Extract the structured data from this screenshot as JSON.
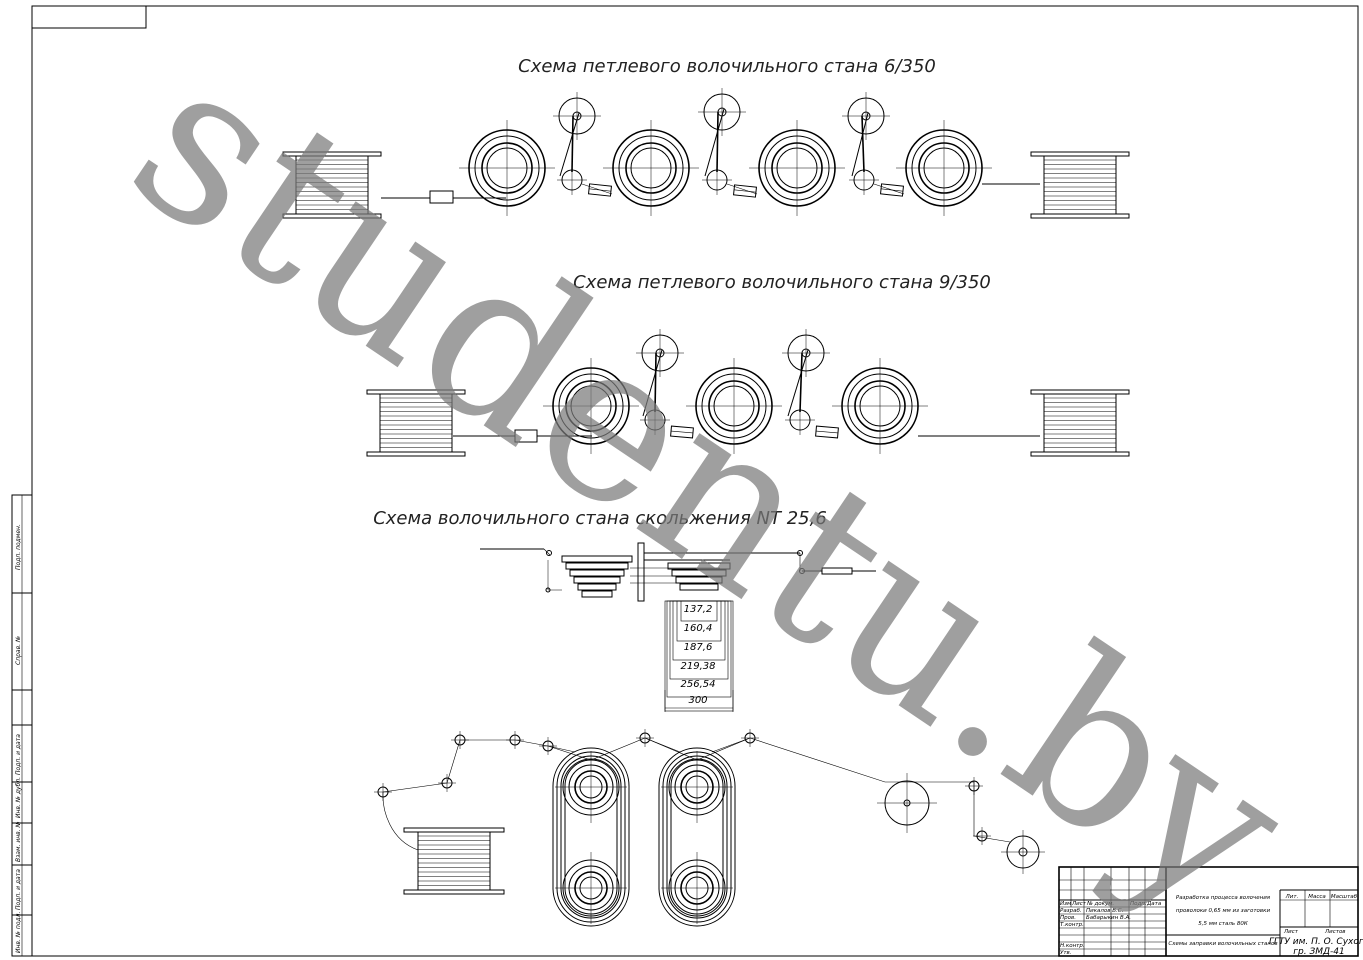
{
  "titles": {
    "scheme1": "Схема петлевого волочильного стана 6/350",
    "scheme2": "Схема петлевого волочильного стана 9/350",
    "scheme3": "Схема волочильного стана скольжения NT 25,6"
  },
  "dimensions": [
    "137,2",
    "160,4",
    "187,6",
    "219,38",
    "256,54",
    "300"
  ],
  "watermark": "studentu.by",
  "side_stamp": [
    "Подп. подмен.",
    "Справ. №",
    "Подп. и дата",
    "Инв. № дубл.",
    "Взам. инв. №",
    "Подп. и дата",
    "Инв. № подл."
  ],
  "title_block": {
    "headers": [
      "Изм",
      "Лист",
      "№ докум.",
      "Подп.",
      "Дата"
    ],
    "rows": [
      {
        "role": "Разраб.",
        "name": "Пикалов В.С."
      },
      {
        "role": "Пров.",
        "name": "Бабарыкин В.А."
      },
      {
        "role": "Т.контр.",
        "name": ""
      },
      {
        "role": "Н.контр.",
        "name": ""
      },
      {
        "role": "Утв.",
        "name": ""
      }
    ],
    "project_lines": [
      "Разработка процесса волочения",
      "проволоки 0,65 мм из заготовки",
      "5,5 мм сталь 80К"
    ],
    "sheet_title": "Схемы заправки волочильных станов",
    "lit_headers": [
      "Лит.",
      "Масса",
      "Масштаб"
    ],
    "sheet_info": [
      "Лист",
      "Листов"
    ],
    "org": [
      "ГГТУ им. П. О. Сухого",
      "гр. ЗМД-41"
    ]
  }
}
